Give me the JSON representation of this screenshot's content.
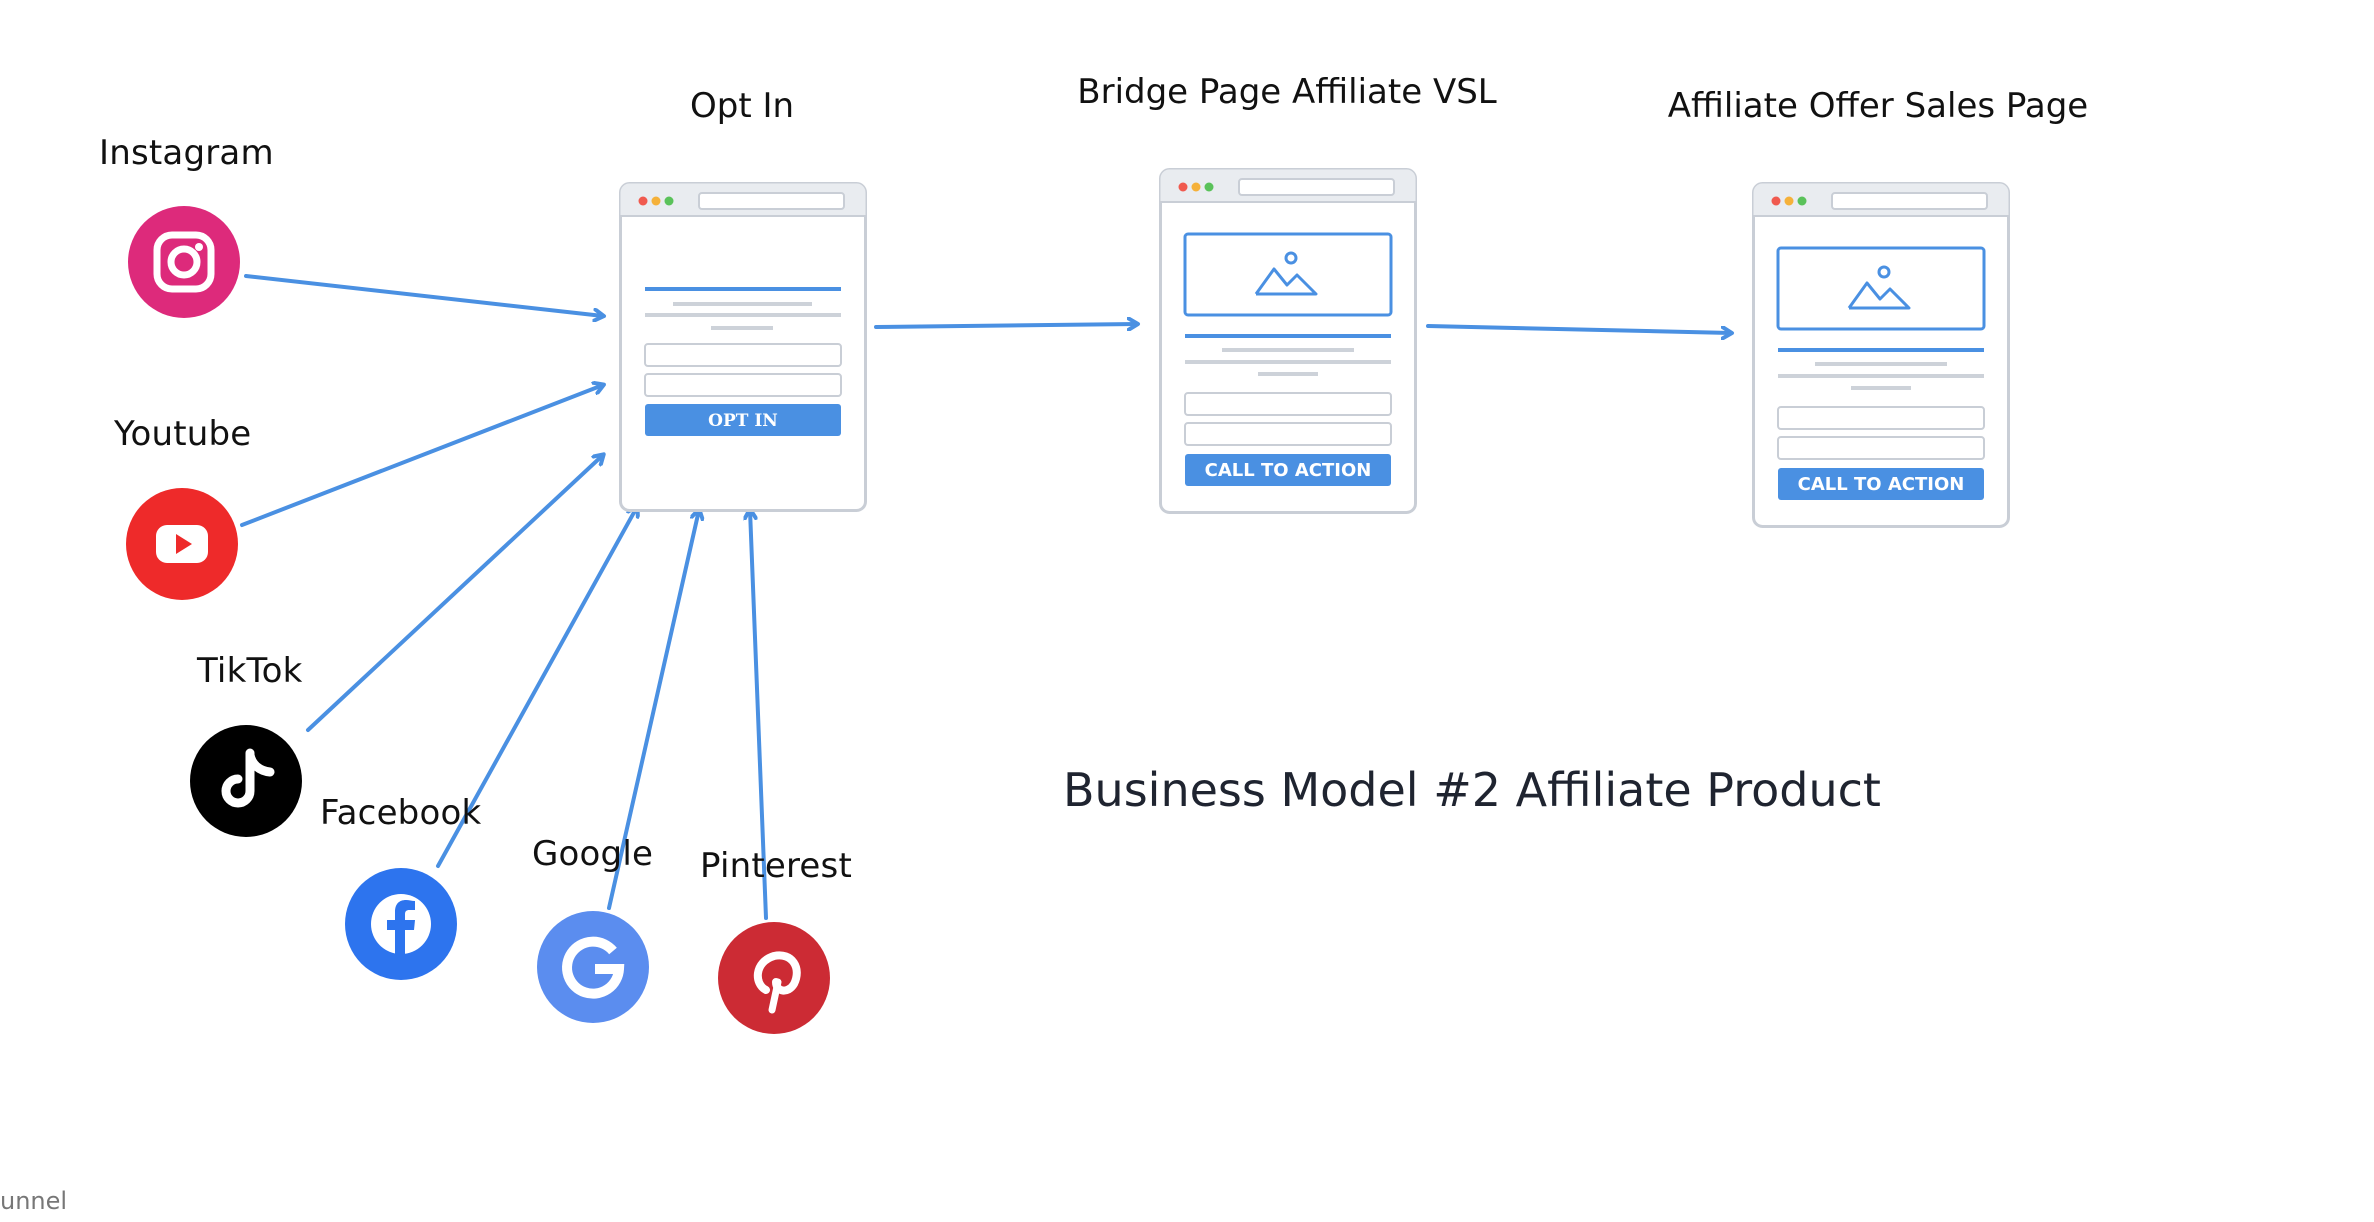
{
  "sources": {
    "instagram": "Instagram",
    "youtube": "Youtube",
    "tiktok": "TikTok",
    "facebook": "Facebook",
    "google": "Google",
    "pinterest": "Pinterest"
  },
  "stages": {
    "opt_in": {
      "title": "Opt In",
      "button": "OPT IN"
    },
    "bridge": {
      "title": "Bridge Page Affiliate VSL",
      "button": "CALL TO ACTION"
    },
    "offer": {
      "title": "Affiliate Offer Sales Page",
      "button": "CALL TO ACTION"
    }
  },
  "diagram_title": "Business Model #2 Affiliate Product",
  "footer_text": "unnel",
  "colors": {
    "arrow": "#4a90e2",
    "instagram": "#dd2a7b",
    "youtube": "#ee2a2a",
    "tiktok": "#000000",
    "facebook": "#2d74ee",
    "google": "#5b8def",
    "pinterest": "#cc2b34"
  },
  "icons": [
    "instagram-icon",
    "youtube-icon",
    "tiktok-icon",
    "facebook-icon",
    "google-icon",
    "pinterest-icon"
  ]
}
